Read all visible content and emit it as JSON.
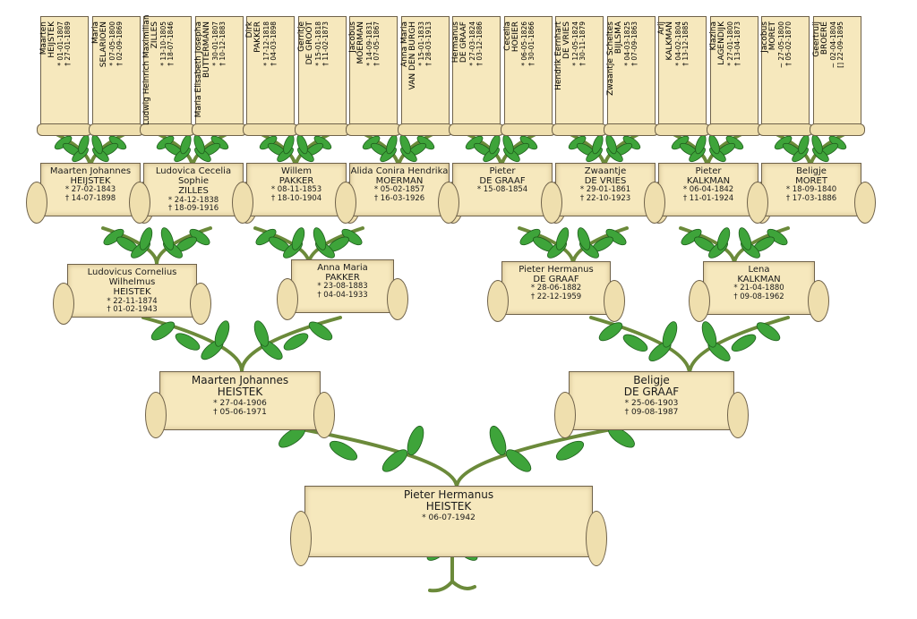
{
  "generation4": [
    {
      "given": "Maarten",
      "surname": "HEIJSTEK",
      "born": "* 01-01-1807",
      "died": "† 27-01-1889"
    },
    {
      "given": "Maria",
      "surname": "SELARIOEN",
      "born": "* 07-05-1800",
      "died": "† 02-09-1869"
    },
    {
      "given": "Ludwig Heinrich Maximilian",
      "surname": "ZILLES",
      "born": "* 13-10-1805",
      "died": "† 18-07-1846"
    },
    {
      "given": "Maria Elisabeth Josepha",
      "surname": "BUTTERMANN",
      "born": "* 30-01-1807",
      "died": "† 10-12-1883"
    },
    {
      "given": "Dirk",
      "surname": "PAKKER",
      "born": "* 17-12-1818",
      "died": "† 04-03-1898"
    },
    {
      "given": "Gerritje",
      "surname": "DE GROOT",
      "born": "* 15-01-1818",
      "died": "† 11-02-1873"
    },
    {
      "given": "Jacobus",
      "surname": "MOERMAN",
      "born": "* 14-09-1831",
      "died": "† 07-05-1867"
    },
    {
      "given": "Anna Maria",
      "surname": "VAN DEN BURGH",
      "born": "* 15-01-1833",
      "died": "† 28-03-1913"
    },
    {
      "given": "Hermanus",
      "surname": "DE GRAAF",
      "born": "* 27-03-1824",
      "died": "† 03-12-1886"
    },
    {
      "given": "Cecelia",
      "surname": "HOEIER",
      "born": "* 06-05-1826",
      "died": "† 30-01-1866"
    },
    {
      "given": "Hendrik Eernhart",
      "surname": "DE VRIES",
      "born": "* 12-05-1824",
      "died": "† 30-11-1879"
    },
    {
      "given": "Zwaantje Scheltes",
      "surname": "BIJLSMA",
      "born": "* 04-03-1825",
      "died": "† 07-09-1863"
    },
    {
      "given": "Arij",
      "surname": "KALKMAN",
      "born": "* 04-02-1804",
      "died": "† 13-12-1885"
    },
    {
      "given": "Klazina",
      "surname": "LAGENDIJK",
      "born": "* 27-01-1800",
      "died": "† 13-04-1873"
    },
    {
      "given": "Jacobus",
      "surname": "MORET",
      "born": "~ 27-05-1800",
      "died": "† 05-02-1870"
    },
    {
      "given": "Geertruij",
      "surname": "BROERE",
      "born": "~ 02-04-1804",
      "died": "[] 22-09-1895"
    }
  ],
  "generation3": [
    {
      "given": "Maarten Johannes",
      "surname": "HEIJSTEK",
      "born": "* 27-02-1843",
      "died": "† 14-07-1898"
    },
    {
      "given": "Ludovica Cecelia Sophie",
      "surname": "ZILLES",
      "born": "* 24-12-1838",
      "died": "† 18-09-1916"
    },
    {
      "given": "Willem",
      "surname": "PAKKER",
      "born": "* 08-11-1853",
      "died": "† 18-10-1904"
    },
    {
      "given": "Alida Conira Hendrika",
      "surname": "MOERMAN",
      "born": "* 05-02-1857",
      "died": "† 16-03-1926"
    },
    {
      "given": "Pieter",
      "surname": "DE GRAAF",
      "born": "* 15-08-1854",
      "died": ""
    },
    {
      "given": "Zwaantje",
      "surname": "DE VRIES",
      "born": "* 29-01-1861",
      "died": "† 22-10-1923"
    },
    {
      "given": "Pieter",
      "surname": "KALKMAN",
      "born": "* 06-04-1842",
      "died": "† 11-01-1924"
    },
    {
      "given": "Beligje",
      "surname": "MORET",
      "born": "* 18-09-1840",
      "died": "† 17-03-1886"
    }
  ],
  "generation2": [
    {
      "given": "Ludovicus Cornelius Wilhelmus",
      "surname": "HEISTEK",
      "born": "* 22-11-1874",
      "died": "† 01-02-1943"
    },
    {
      "given": "Anna Maria",
      "surname": "PAKKER",
      "born": "* 23-08-1883",
      "died": "† 04-04-1933"
    },
    {
      "given": "Pieter Hermanus",
      "surname": "DE GRAAF",
      "born": "* 28-06-1882",
      "died": "† 22-12-1959"
    },
    {
      "given": "Lena",
      "surname": "KALKMAN",
      "born": "* 21-04-1880",
      "died": "† 09-08-1962"
    }
  ],
  "generation1": [
    {
      "given": "Maarten Johannes",
      "surname": "HEISTEK",
      "born": "* 27-04-1906",
      "died": "† 05-06-1971"
    },
    {
      "given": "Beligje",
      "surname": "DE GRAAF",
      "born": "* 25-06-1903",
      "died": "† 09-08-1987"
    }
  ],
  "root": {
    "given": "Pieter Hermanus",
    "surname": "HEISTEK",
    "born": "* 06-07-1942",
    "died": ""
  },
  "colors": {
    "parchment": "#f6e8bd",
    "leaf": "#3ea43a",
    "stem": "#6b8a3a",
    "outline": "#6f624a"
  }
}
